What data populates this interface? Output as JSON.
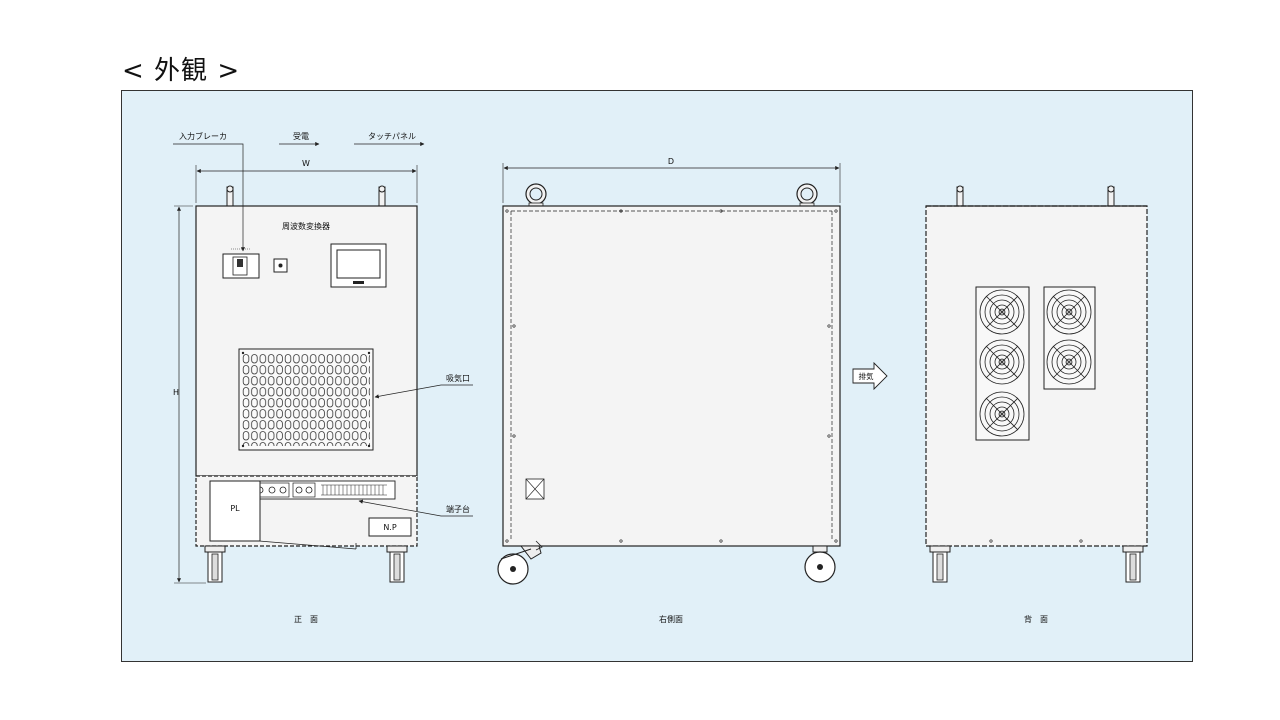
{
  "page": {
    "title": "< 外観 >"
  },
  "labels": {
    "input_breaker": "入力ブレーカ",
    "power_receive": "受電",
    "touch_panel": "タッチパネル",
    "device_name": "周波数変換器",
    "intake": "吸気口",
    "terminal_block": "端子台",
    "pl_plate": "PL",
    "np_plate": "N.P",
    "exhaust": "排気"
  },
  "dimensions": {
    "width": "W",
    "depth": "D",
    "height": "H"
  },
  "views": {
    "front": "正　面",
    "right": "右側面",
    "back": "背　面"
  },
  "colors": {
    "panel_bg": "#e1f0f8",
    "body": "#f4f4f4",
    "line": "#222222"
  }
}
